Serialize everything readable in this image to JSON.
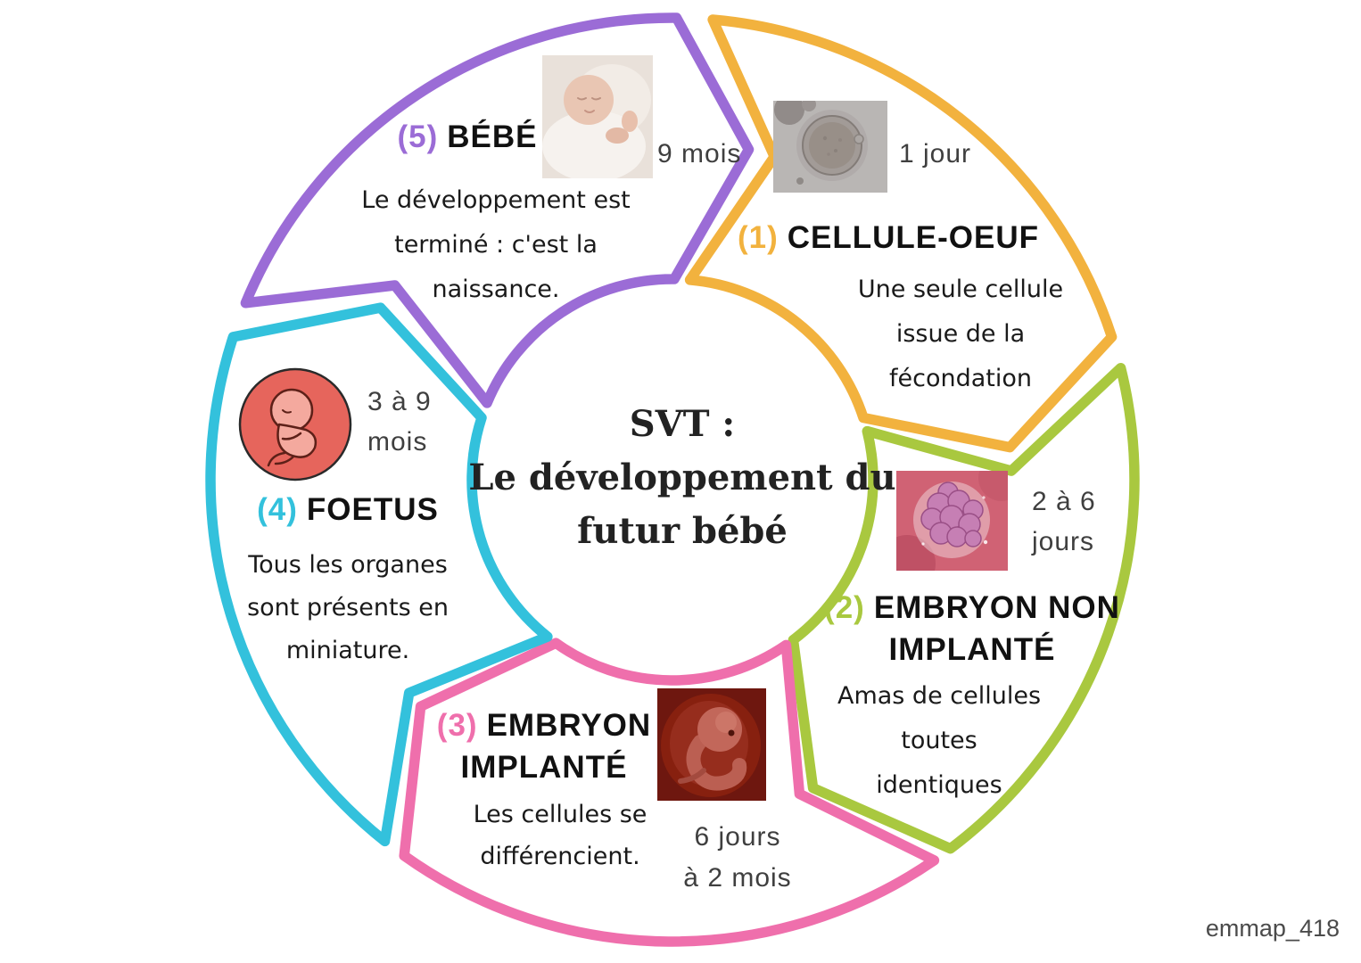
{
  "title": {
    "lines": [
      "SVT :",
      "Le développement du",
      "futur bébé"
    ]
  },
  "watermark": "emmap_418",
  "colors": {
    "yellow": "#F2B23E",
    "green": "#A9C83F",
    "pink": "#EF6FAC",
    "cyan": "#33C1DC",
    "purple": "#9B6CD6",
    "heading": "#111111",
    "body": "#1A1A1A",
    "duration": "#3F3F3F",
    "watermark": "#4B4B4B"
  },
  "segments": [
    {
      "number": "(1)",
      "label_lines": [
        "CELLULE-OEUF"
      ],
      "duration_lines": [
        "1 jour"
      ],
      "description": [
        "Une seule cellule",
        "issue de la",
        "fécondation"
      ],
      "color": "yellow",
      "image": "egg-cell-photo"
    },
    {
      "number": "(2)",
      "label_lines": [
        "EMBRYON NON",
        "IMPLANTÉ"
      ],
      "duration_lines": [
        "2 à 6",
        "jours"
      ],
      "description": [
        "Amas de cellules",
        "toutes",
        "identiques"
      ],
      "color": "green",
      "image": "morula-photo"
    },
    {
      "number": "(3)",
      "label_lines": [
        "EMBRYON",
        "IMPLANTÉ"
      ],
      "duration_lines": [
        "6 jours",
        "à 2 mois"
      ],
      "description": [
        "Les cellules se",
        "différencient."
      ],
      "color": "pink",
      "image": "embryo-photo"
    },
    {
      "number": "(4)",
      "label_lines": [
        "FOETUS"
      ],
      "duration_lines": [
        "3 à 9",
        "mois"
      ],
      "description": [
        "Tous les organes",
        "sont présents en",
        "miniature."
      ],
      "color": "cyan",
      "image": "fetus-illustration"
    },
    {
      "number": "(5)",
      "label_lines": [
        "BÉBÉ"
      ],
      "duration_lines": [
        "9 mois"
      ],
      "description": [
        "Le développement est",
        "terminé : c'est la",
        "naissance."
      ],
      "color": "purple",
      "image": "baby-photo"
    }
  ]
}
